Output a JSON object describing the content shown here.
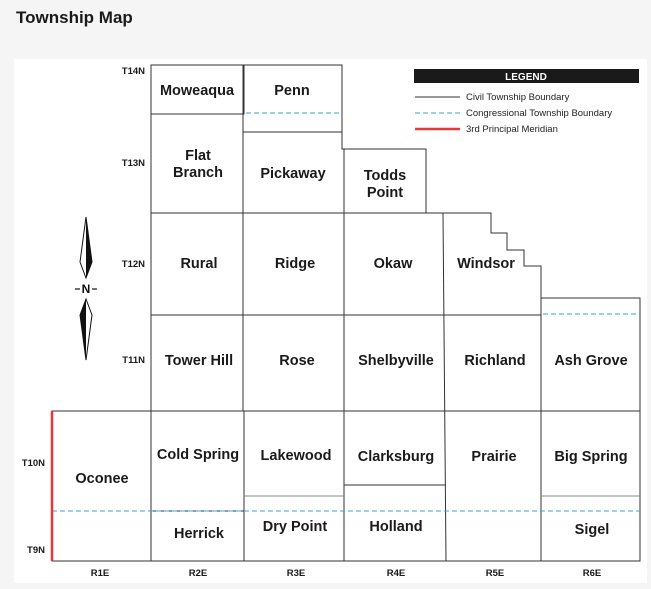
{
  "page": {
    "title": "Township Map"
  },
  "legend": {
    "title": "LEGEND",
    "items": [
      {
        "label": "Civil Township Boundary",
        "style": "solid",
        "color": "#333333"
      },
      {
        "label": "Congressional Township Boundary",
        "style": "dashed",
        "color": "#3aa0dc"
      },
      {
        "label": "3rd Principal Meridian",
        "style": "solid-thick",
        "color": "#e53935"
      }
    ]
  },
  "rows": [
    "T14N",
    "T13N",
    "T12N",
    "T11N",
    "T10N",
    "T9N"
  ],
  "cols": [
    "R1E",
    "R2E",
    "R3E",
    "R4E",
    "R5E",
    "R6E"
  ],
  "compass": {
    "letter": "N"
  },
  "townships": [
    {
      "id": "moweaqua",
      "lines": [
        "Moweaqua"
      ]
    },
    {
      "id": "penn",
      "lines": [
        "Penn"
      ]
    },
    {
      "id": "flat-branch",
      "lines": [
        "Flat",
        "Branch"
      ]
    },
    {
      "id": "pickaway",
      "lines": [
        "Pickaway"
      ]
    },
    {
      "id": "todds-point",
      "lines": [
        "Todds",
        "Point"
      ]
    },
    {
      "id": "rural",
      "lines": [
        "Rural"
      ]
    },
    {
      "id": "ridge",
      "lines": [
        "Ridge"
      ]
    },
    {
      "id": "okaw",
      "lines": [
        "Okaw"
      ]
    },
    {
      "id": "windsor",
      "lines": [
        "Windsor"
      ]
    },
    {
      "id": "tower-hill",
      "lines": [
        "Tower Hill"
      ]
    },
    {
      "id": "rose",
      "lines": [
        "Rose"
      ]
    },
    {
      "id": "shelbyville",
      "lines": [
        "Shelbyville"
      ]
    },
    {
      "id": "richland",
      "lines": [
        "Richland"
      ]
    },
    {
      "id": "ash-grove",
      "lines": [
        "Ash Grove"
      ]
    },
    {
      "id": "oconee",
      "lines": [
        "Oconee"
      ]
    },
    {
      "id": "cold-spring",
      "lines": [
        "Cold Spring"
      ]
    },
    {
      "id": "lakewood",
      "lines": [
        "Lakewood"
      ]
    },
    {
      "id": "clarksburg",
      "lines": [
        "Clarksburg"
      ]
    },
    {
      "id": "prairie",
      "lines": [
        "Prairie"
      ]
    },
    {
      "id": "big-spring",
      "lines": [
        "Big Spring"
      ]
    },
    {
      "id": "herrick",
      "lines": [
        "Herrick"
      ]
    },
    {
      "id": "dry-point",
      "lines": [
        "Dry Point"
      ]
    },
    {
      "id": "holland",
      "lines": [
        "Holland"
      ]
    },
    {
      "id": "sigel",
      "lines": [
        "Sigel"
      ]
    }
  ]
}
